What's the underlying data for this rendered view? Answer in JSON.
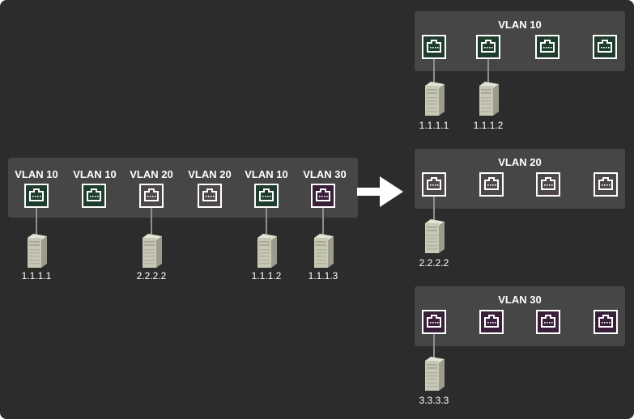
{
  "colors": {
    "background": "#2c2c2c",
    "panel": "#464646",
    "vlan10": "#1f3d2d",
    "vlan20": "#4d4747",
    "vlan30": "#3a1f3a",
    "cable": "#8f8f8f"
  },
  "left_switch": {
    "ports": [
      {
        "vlan": "VLAN 10",
        "ip": "1.1.1.1"
      },
      {
        "vlan": "VLAN 10",
        "ip": ""
      },
      {
        "vlan": "VLAN 20",
        "ip": "2.2.2.2"
      },
      {
        "vlan": "VLAN 20",
        "ip": ""
      },
      {
        "vlan": "VLAN 10",
        "ip": "1.1.1.2"
      },
      {
        "vlan": "VLAN 30",
        "ip": "1.1.1.3"
      }
    ]
  },
  "right_switches": [
    {
      "title": "VLAN 10",
      "ips": [
        "1.1.1.1",
        "1.1.1.2",
        "",
        ""
      ]
    },
    {
      "title": "VLAN 20",
      "ips": [
        "2.2.2.2",
        "",
        "",
        ""
      ]
    },
    {
      "title": "VLAN 30",
      "ips": [
        "3.3.3.3",
        "",
        "",
        ""
      ]
    }
  ],
  "icons": {
    "port": "ethernet-port-icon",
    "server": "server-tower-icon",
    "arrow": "arrow-right-icon"
  }
}
